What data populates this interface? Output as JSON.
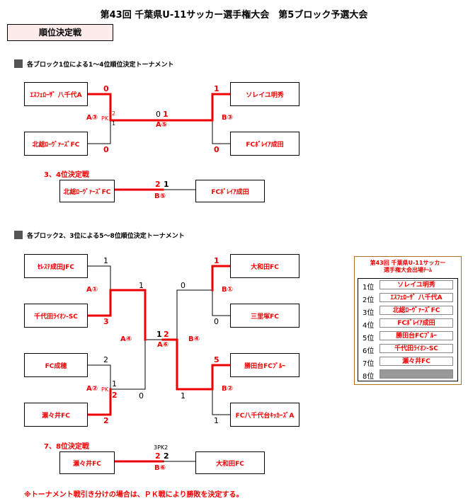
{
  "title": "第43回 千葉県U-11サッカー選手権大会　第5ブロック予選大会",
  "tab_label": "順位決定戦",
  "section1": {
    "heading": "各ブロック1位による1～4位順位決定トーナメント",
    "teams": [
      "ｴｽﾌｪﾛｰｻﾞ 八千代A",
      "北総ﾛｰｳﾞｧｰｽﾞFC",
      "ソレイユ明秀",
      "FCﾎﾞﾚｲｱ成田"
    ],
    "scores": {
      "tl": "0",
      "bl": "0",
      "tr": "1",
      "br": "0",
      "mid_left_top": "0",
      "mid_left": "1",
      "mid_right": "1",
      "pk_top": "2",
      "pk_bottom": "1"
    },
    "match_labels": {
      "a3": "A③",
      "pk": "PK",
      "a5": "A⑤",
      "b3": "B③"
    },
    "third_heading": "3、4位決定戦",
    "third_teams": [
      "北総ﾛｰｳﾞｧｰｽﾞFC",
      "FCﾎﾞﾚｲｱ成田"
    ],
    "third_scores": {
      "left": "2",
      "right": "1"
    },
    "third_label": "B⑤"
  },
  "section2": {
    "heading": "各ブロック2、3位による5～8位順位決定トーナメント",
    "teams": [
      "ｾﾚｽﾃ成田JFC",
      "千代田ﾗｲｵﾝ-SC",
      "FC成穂",
      "瀬々井FC",
      "大和田FC",
      "三里塚FC",
      "勝田台FCﾌﾞﾙｰ",
      "FC八千代台ｷｯｶｰｽﾞA"
    ],
    "scores": {
      "t1": "1",
      "t2": "3",
      "t3": "2",
      "t4": "2",
      "u1": "0",
      "u2": "1",
      "v1": "0",
      "v2": "1",
      "w1": "5",
      "w2": "1",
      "m1": "1",
      "m2": "0",
      "m3": "0",
      "m4": "1",
      "c1": "1",
      "c2": "2"
    },
    "labels": {
      "a1": "A①",
      "a2": "A②",
      "pk": "PK",
      "a4": "A④",
      "a6": "A⑥",
      "b1": "B①",
      "b2": "B②",
      "b4": "B④"
    },
    "seventh_heading": "7、8位決定戦",
    "seventh_teams": [
      "瀬々井FC",
      "大和田FC"
    ],
    "seventh_scores": {
      "left": "2",
      "right": "2",
      "pk": "3PK2"
    },
    "seventh_label": "B⑥"
  },
  "legend": {
    "title_line1": "第43回 千葉県U-11サッカー",
    "title_line2": "選手権大会出場ﾁｰﾑ",
    "rows": [
      {
        "rank": "1位",
        "team": "ソレイユ明秀"
      },
      {
        "rank": "2位",
        "team": "ｴｽﾌｪﾛｰｻﾞ 八千代A"
      },
      {
        "rank": "3位",
        "team": "北総ﾛｰｳﾞｧｰｽﾞFC"
      },
      {
        "rank": "4位",
        "team": "FCﾎﾞﾚｲｱ成田"
      },
      {
        "rank": "5位",
        "team": "勝田台FCﾌﾞﾙｰ"
      },
      {
        "rank": "6位",
        "team": "千代田ﾗｲｵﾝ-SC"
      },
      {
        "rank": "7位",
        "team": "瀬々井FC"
      },
      {
        "rank": "8位",
        "team": ""
      }
    ]
  },
  "note": "※トーナメント戦引き分けの場合は、ＰＫ戦により勝敗を決定する。",
  "colors": {
    "win_line": "#e00000",
    "lose_line": "#000000",
    "tab_bg": "#fdeaea"
  }
}
